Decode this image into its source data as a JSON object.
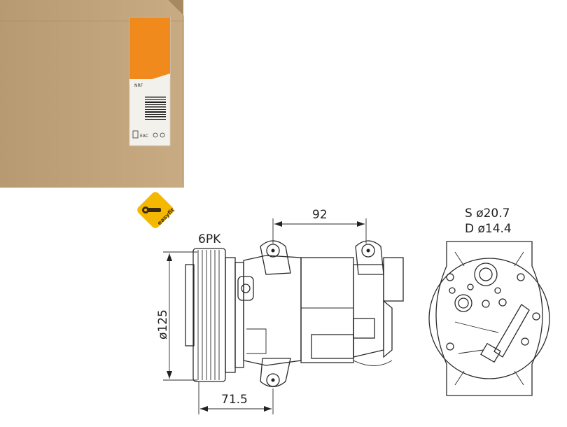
{
  "box": {
    "brand": "NRF",
    "label_symbols": "EAC"
  },
  "badge": {
    "text": "easyfit",
    "color": "#f5b800"
  },
  "side_view": {
    "belt_label": "6PK",
    "diameter_label": "ø125",
    "width_label": "92",
    "depth_label": "71.5"
  },
  "rear_view": {
    "suction_label": "S  ø20.7",
    "discharge_label": "D  ø14.4"
  }
}
